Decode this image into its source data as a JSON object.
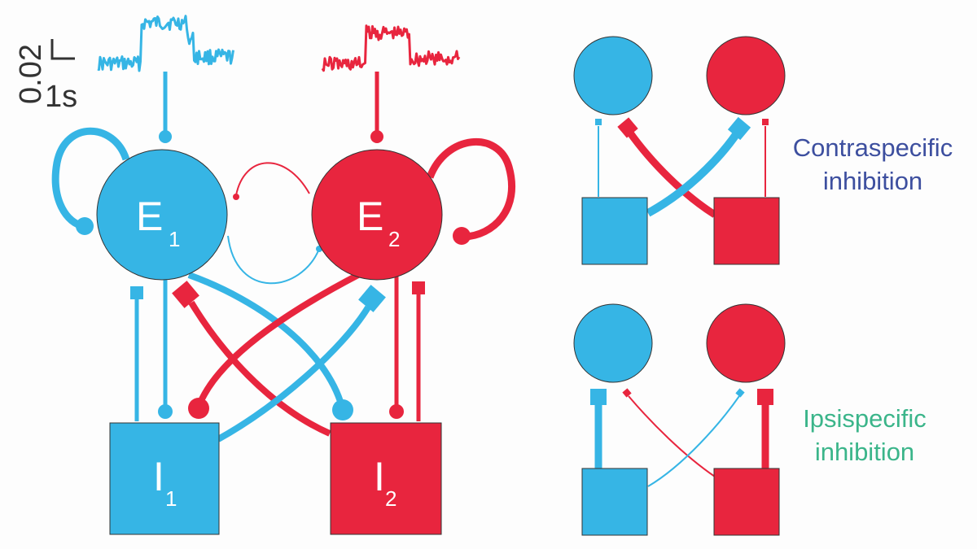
{
  "colors": {
    "blue": "#36b5e5",
    "red": "#e8253e",
    "contra_text": "#3d4f9f",
    "ipsi_text": "#3bb58a",
    "scale_text": "#333333"
  },
  "scale_bar": {
    "amplitude": "0.02",
    "time": "1s"
  },
  "main": {
    "e1": {
      "letter": "E",
      "sub": "1"
    },
    "e2": {
      "letter": "E",
      "sub": "2"
    },
    "i1": {
      "letter": "I",
      "sub": "1"
    },
    "i2": {
      "letter": "I",
      "sub": "2"
    }
  },
  "panels": {
    "contra": {
      "line1": "Contraspecific",
      "line2": "inhibition"
    },
    "ipsi": {
      "line1": "Ipsispecific",
      "line2": "inhibition"
    }
  }
}
